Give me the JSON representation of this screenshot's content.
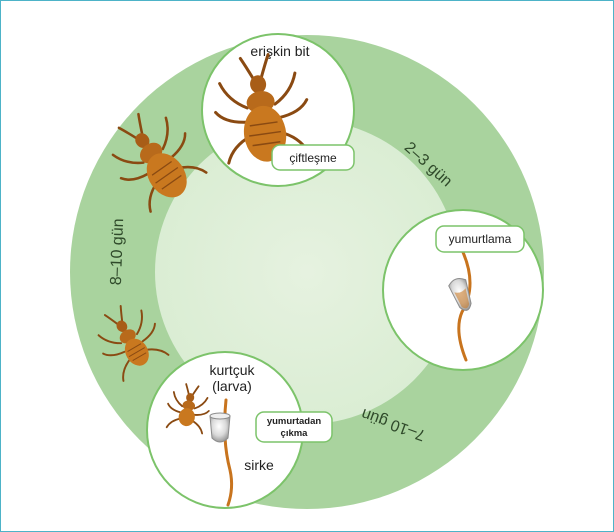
{
  "diagram": {
    "stages": {
      "adult": {
        "label": "erişkin bit",
        "tag": "çiftleşme"
      },
      "egg_laying": {
        "tag": "yumurtlama"
      },
      "larva": {
        "label_line1": "kurtçuk",
        "label_line2": "(larva)",
        "tag_line1": "yumurtadan",
        "tag_line2": "çıkma",
        "nit_label": "sirke"
      }
    },
    "durations": {
      "adult_to_laying": "2–3 gün",
      "laying_to_hatching": "7–10 gün",
      "larva_to_adult": "8–10 gün"
    }
  },
  "colors": {
    "frame_border": "#4db3c8",
    "ring": "#a9d39e",
    "inner_disc": "#dff0d9",
    "node_border": "#7cc36a",
    "tag_border": "#7cc36a",
    "louse_body": "#c9781f",
    "louse_dark": "#8a4a12",
    "hair": "#c8741e",
    "text": "#222222",
    "duration_text": "#2f4a2a"
  }
}
